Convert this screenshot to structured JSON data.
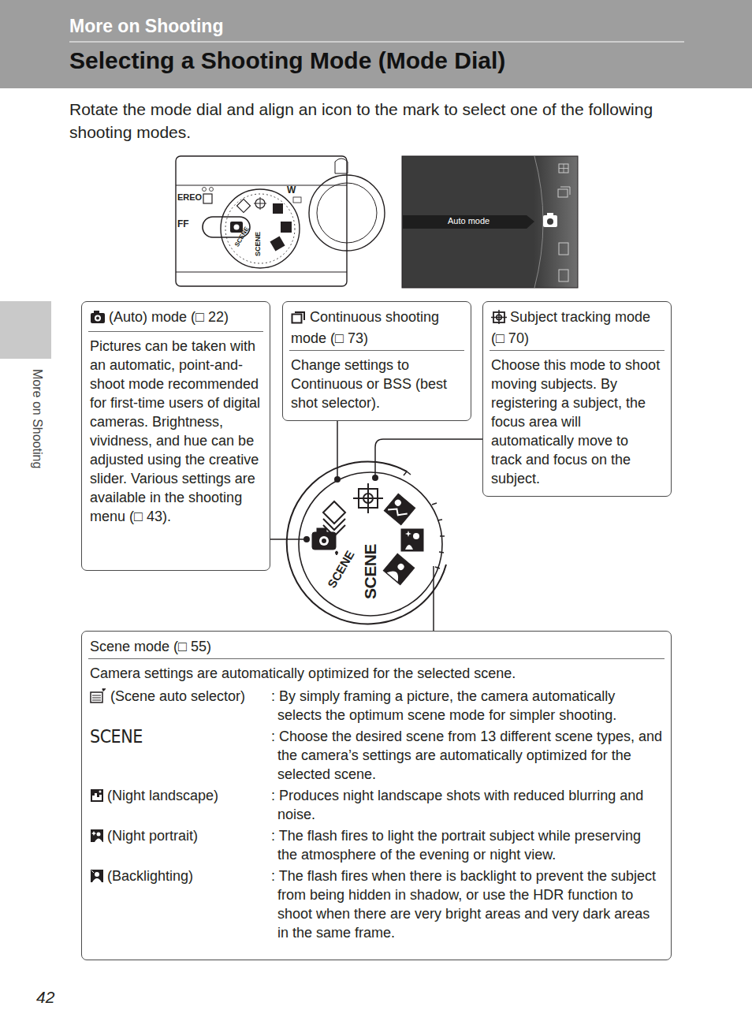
{
  "diagram": {
    "title": "Selecting a Shooting Mode (Mode Dial)",
    "nodes": [
      {
        "text": [
          "(Auto) mode (□ 22)",
          "Pictures can be taken with an automatic, point-and-shoot mode recommended for first-time users of digital cameras. Brightness, vividness, and hue can be adjusted using the creative slider. Various settings are available in the shooting menu (□ 43)."
        ]
      },
      {
        "text": [
          "Continuous shooting mode (□ 73)",
          "Change settings to Continuous or BSS (best shot selector)."
        ]
      },
      {
        "text": [
          "Subject tracking mode (□ 70)",
          "Choose this mode to shoot moving subjects. By registering a subject, the focus area will automatically move to track and focus on the subject."
        ]
      },
      {
        "text": [
          "Scene mode (□ 55)",
          "Camera settings are automatically optimized for the selected scene.",
          "(Scene auto selector)",
          ": By simply framing a picture, the camera automatically selects the optimum scene mode for simpler shooting.",
          "SCENE",
          ": Choose the desired scene from 13 different scene types, and the camera’s settings are automatically optimized for the selected scene.",
          "(Night landscape)",
          ": Produces night landscape shots with reduced blurring and noise.",
          "(Night portrait)",
          ": The flash fires to light the portrait subject while preserving the atmosphere of the evening or night view.",
          "(Backlighting)",
          ": The flash fires when there is backlight to prevent the subject from being hidden in shadow, or use the HDR function to shoot when there are very bright areas and very dark areas in the same frame."
        ]
      }
    ],
    "labels": [
      "More on Shooting",
      "Rotate the mode dial and align an icon to the mark to select one of the following shooting modes.",
      "EREO",
      "FF",
      "W",
      "SCENE",
      "SCENE",
      "Auto mode",
      "SCENE",
      "SCENE",
      "More on Shooting",
      "42"
    ]
  }
}
